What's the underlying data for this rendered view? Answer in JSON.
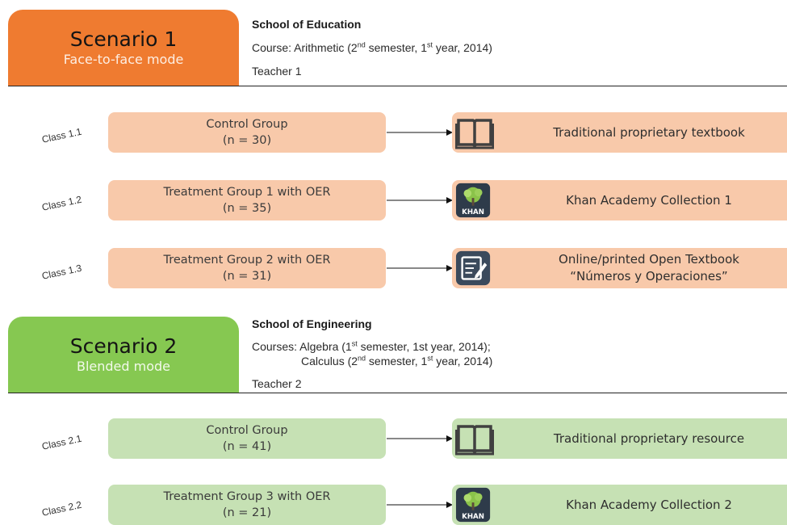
{
  "scenario1": {
    "title": "Scenario  1",
    "mode": "Face-to-face mode",
    "school": "School of Education",
    "course_prefix": "Course: Arithmetic (2",
    "course_sup1": "nd",
    "course_mid": " semester, 1",
    "course_sup2": "st",
    "course_suffix": " year, 2014)",
    "teacher": "Teacher 1",
    "classes": [
      {
        "label": "Class 1.1",
        "group": "Control Group",
        "n": "(n = 30)",
        "resource_lines": [
          "Traditional proprietary textbook"
        ],
        "icon": "book-icon"
      },
      {
        "label": "Class 1.2",
        "group": "Treatment Group 1 with OER",
        "n": "(n = 35)",
        "resource_lines": [
          "Khan Academy Collection 1"
        ],
        "icon": "khan-academy-icon"
      },
      {
        "label": "Class 1.3",
        "group": "Treatment Group 2 with OER",
        "n": "(n = 31)",
        "resource_lines": [
          "Online/printed Open Textbook",
          "“Números y Operaciones”"
        ],
        "icon": "open-textbook-icon"
      }
    ]
  },
  "scenario2": {
    "title": "Scenario 2",
    "mode": "Blended mode",
    "school": "School of Engineering",
    "course_line1_prefix": "Courses: Algebra (1",
    "course_line1_sup1": "st",
    "course_line1_suffix": " semester, 1st year, 2014);",
    "course_line2_prefix": "Calculus (2",
    "course_line2_sup1": "nd",
    "course_line2_mid": " semester, 1",
    "course_line2_sup2": "st",
    "course_line2_suffix": " year, 2014)",
    "teacher": "Teacher 2",
    "classes": [
      {
        "label": "Class 2.1",
        "group": "Control Group",
        "n": "(n = 41)",
        "resource_lines": [
          "Traditional proprietary resource"
        ],
        "icon": "book-icon"
      },
      {
        "label": "Class 2.2",
        "group": "Treatment Group 3 with OER",
        "n": "(n = 21)",
        "resource_lines": [
          "Khan Academy Collection 2"
        ],
        "icon": "khan-academy-icon"
      }
    ]
  },
  "khan_icon_text": "KHAN",
  "colors": {
    "scenario1_accent": "#ef7b30",
    "scenario1_box": "#f8c9aa",
    "scenario2_accent": "#86c851",
    "scenario2_box": "#c6e1b4"
  }
}
